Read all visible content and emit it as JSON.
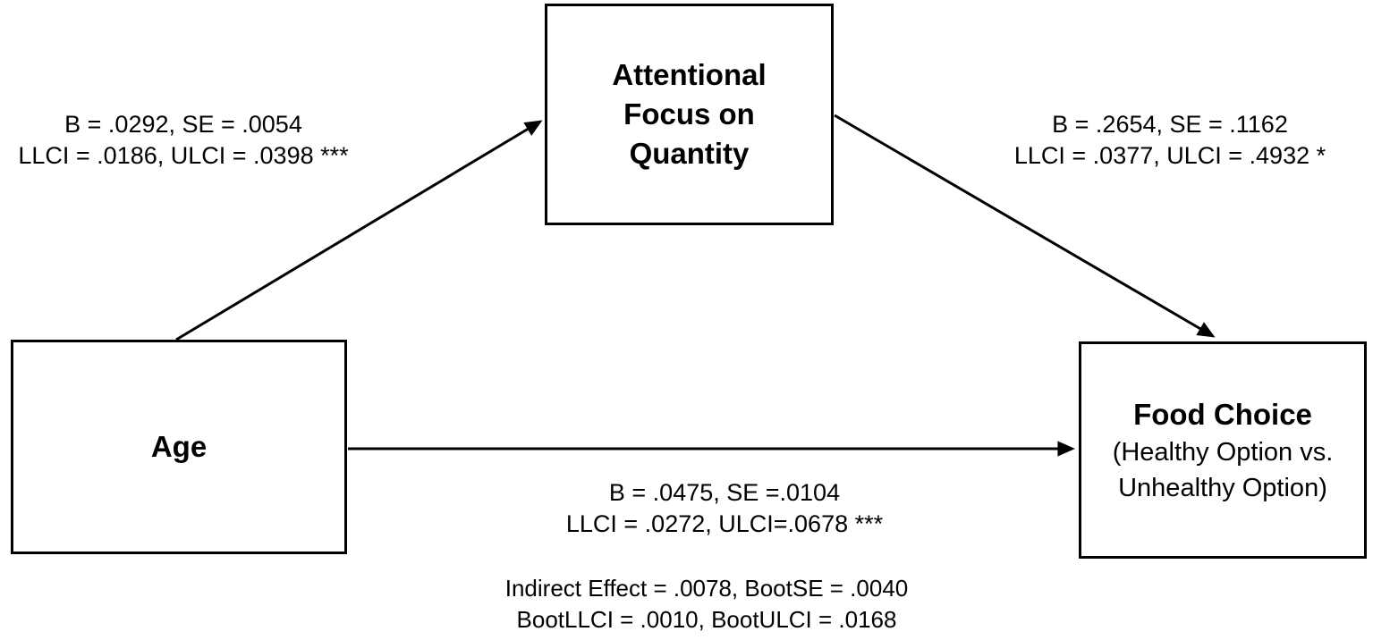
{
  "figure": {
    "background": "#ffffff",
    "ink": "#000000"
  },
  "boxes": {
    "mediator": {
      "label": "Attentional\nFocus on\nQuantity"
    },
    "predictor": {
      "label": "Age"
    },
    "outcome": {
      "title": "Food Choice",
      "subtitle": "(Healthy Option vs.\nUnhealthy Option)"
    }
  },
  "path_labels": {
    "a_path": "B = .0292, SE = .0054\nLLCI = .0186, ULCI = .0398 ***",
    "b_path": "B = .2654, SE = .1162\nLLCI = .0377, ULCI = .4932 *",
    "c_path": "B = .0475, SE =.0104\nLLCI = .0272, ULCI=.0678 ***",
    "indirect_effect": "Indirect Effect = .0078, BootSE = .0040\nBootLLCI = .0010, BootULCI = .0168"
  }
}
